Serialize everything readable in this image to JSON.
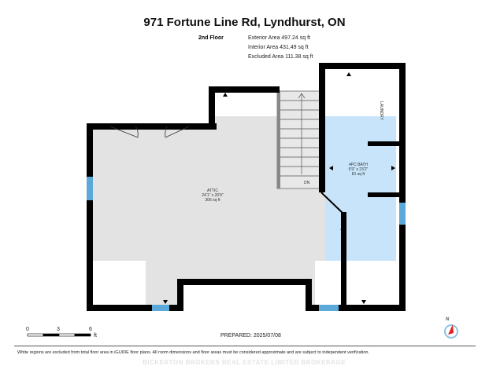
{
  "title": "971 Fortune Line Rd, Lyndhurst, ON",
  "floor": {
    "name": "2nd Floor",
    "exterior_area": "Exterior Area 497.24 sq ft",
    "interior_area": "Interior Area 431.49 sq ft",
    "excluded_area": "Excluded Area 111.38 sq ft"
  },
  "rooms": {
    "attic": {
      "name": "ATTIC",
      "dims": "24'1\" x 20'9\"",
      "area": "306 sq ft"
    },
    "bath": {
      "name": "4PC BATH",
      "dims": "6'9\" x 23'2\"",
      "area": "81 sq ft"
    },
    "laundry": {
      "name": "LAUNDRY"
    },
    "stairs": {
      "label": "DN"
    }
  },
  "scale": {
    "t0": "0",
    "t3": "3",
    "t6": "6",
    "unit": "ft"
  },
  "compass": {
    "label": "N"
  },
  "prepared": "PREPARED: 2025/07/08",
  "disclaimer": "White regions are excluded from total floor area in iGUIDE floor plans. All room dimensions and floor areas must be considered approximate and are subject to independent verification.",
  "watermark": "BICKERTON BROKERS REAL ESTATE LIMITED BROKERAGE",
  "colors": {
    "wall": "#000000",
    "attic_fill": "#e3e3e3",
    "bath_fill": "#c8e4fa",
    "window": "#5aa9d8"
  }
}
